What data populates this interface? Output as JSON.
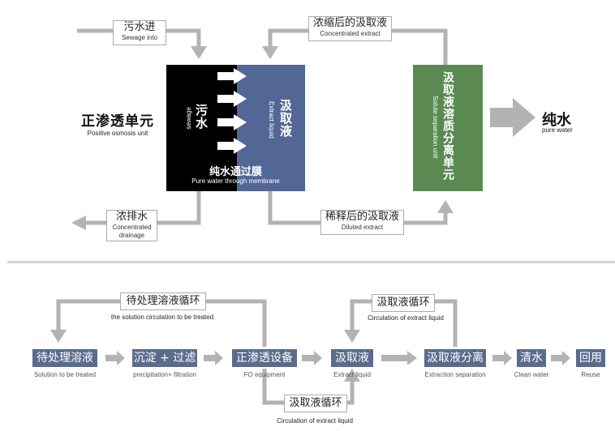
{
  "colors": {
    "sewage_side": "#000000",
    "extract_side": "#536796",
    "separation_unit": "#5a8a52",
    "flow_arrow": "#b3b3b3",
    "process_step": "#5b6b8c",
    "divider": "#d4d4da"
  },
  "top_diagram": {
    "sewage_in": {
      "zh": "污水进",
      "en": "Sewage into"
    },
    "concentrated_extract": {
      "zh": "浓缩后的汲取液",
      "en": "Concentrated extract"
    },
    "fo_unit": {
      "zh": "正渗透单元",
      "en": "Positive osmosis unit"
    },
    "sewage_side": {
      "zh": "污水",
      "en": "sewage"
    },
    "extract_side": {
      "zh": "汲取液",
      "en": "Extract liquid"
    },
    "membrane": {
      "zh": "纯水通过膜",
      "en": "Pure water through membrane"
    },
    "separation_unit": {
      "zh": "汲取液溶质分离单元",
      "en": "Solute separation unit"
    },
    "pure_water": {
      "zh": "纯水",
      "en": "pure water"
    },
    "drainage": {
      "zh": "浓排水",
      "en_line1": "Concentrated",
      "en_line2": "drainage"
    },
    "diluted_extract": {
      "zh": "稀释后的汲取液",
      "en": "Diluted extract"
    }
  },
  "bottom_diagram": {
    "steps": [
      {
        "zh": "待处理溶液",
        "en": "Solution to be treated"
      },
      {
        "zh": "沉淀 + 过滤",
        "en": "precipitation+ filtration"
      },
      {
        "zh": "正渗透设备",
        "en": "FO equipment"
      },
      {
        "zh": "汲取液",
        "en": "Extract liquid"
      },
      {
        "zh": "汲取液分离",
        "en": "Extraction separation"
      },
      {
        "zh": "清水",
        "en": "Clean water"
      },
      {
        "zh": "回用",
        "en": "Reuse"
      }
    ],
    "loops": {
      "solution_loop": {
        "zh": "待处理溶液循环",
        "en": "the solution circulation to be treated"
      },
      "extract_loop_top": {
        "zh": "汲取液循环",
        "en": "Circulation of extract liquid"
      },
      "extract_loop_bottom": {
        "zh": "汲取液循环",
        "en": "Circulation of extract liquid"
      }
    }
  }
}
